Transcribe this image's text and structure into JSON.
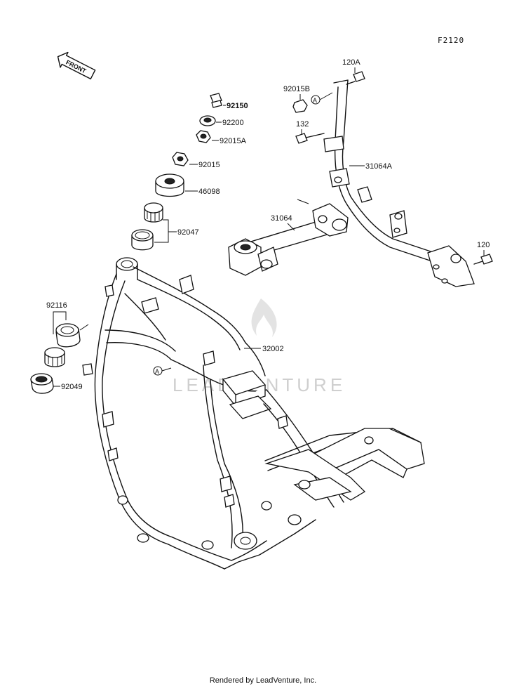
{
  "figure_ref": "F2120",
  "front_arrow_label": "FRONT",
  "watermark_text": "LEADVENTURE",
  "footer_text": "Rendered by LeadVenture, Inc.",
  "callout_letter": "A",
  "part_numbers": {
    "p92150": "92150",
    "p92200": "92200",
    "p92015A": "92015A",
    "p92015": "92015",
    "p46098": "46098",
    "p92047": "92047",
    "p92116": "92116",
    "p92049": "92049",
    "p31064": "31064",
    "p32002": "32002",
    "p120A": "120A",
    "p92015B": "92015B",
    "p132": "132",
    "p31064A": "31064A",
    "p120": "120"
  },
  "colors": {
    "line": "#111111",
    "watermark": "#cfcfcf",
    "background": "#ffffff"
  }
}
